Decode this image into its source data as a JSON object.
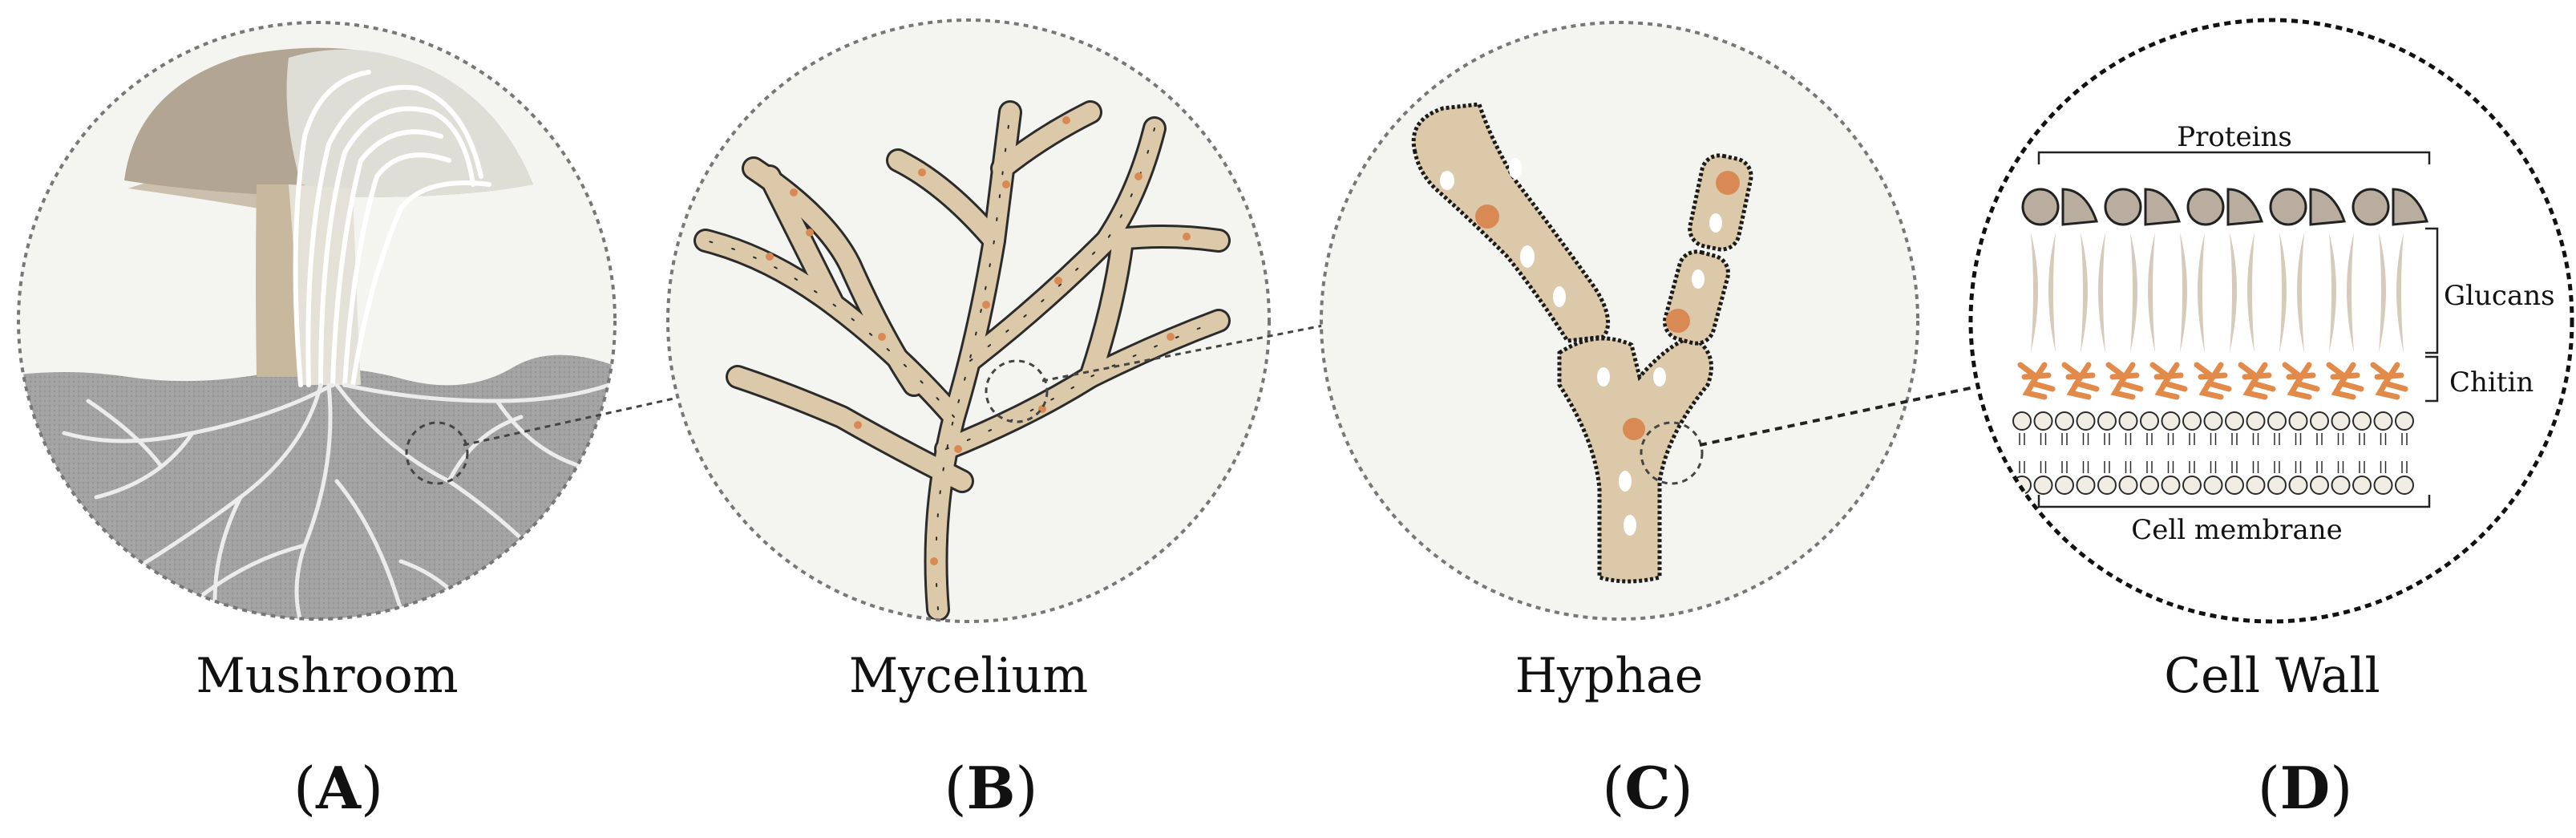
{
  "panels": [
    {
      "name": "Mushroom",
      "letter_open": "(",
      "letter": "A",
      "letter_close": ")"
    },
    {
      "name": "Mycelium",
      "letter_open": "(",
      "letter": "B",
      "letter_close": ")"
    },
    {
      "name": "Hyphae",
      "letter_open": "(",
      "letter": "C",
      "letter_close": ")"
    },
    {
      "name": "Cell Wall",
      "letter_open": "(",
      "letter": "D",
      "letter_close": ")"
    }
  ],
  "cell_wall_labels": {
    "proteins": "Proteins",
    "glucans": "Glucans",
    "chitin": "Chitin",
    "cell_membrane": "Cell membrane"
  },
  "colors": {
    "circle_bg": "#f4f4f1",
    "soil": "#a3a3a3",
    "cap_dark": "#b3a593",
    "cap_light": "#deddd6",
    "stem": "#c8b89d",
    "hypha_fill": "#dcc9a9",
    "hypha_outline": "#2b2b2b",
    "nucleus": "#d98a54",
    "glucan": "#d4cbbb",
    "chitin": "#e28a4a",
    "protein": "#b8ad9e"
  }
}
